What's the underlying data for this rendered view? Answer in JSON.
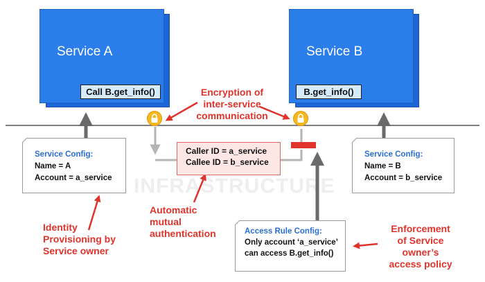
{
  "service_a": {
    "title": "Service A",
    "call_label": "Call B.get_info()"
  },
  "service_b": {
    "title": "Service B",
    "call_label": "B.get_info()"
  },
  "config_a": {
    "heading": "Service Config:",
    "name": "Name = A",
    "account": "Account  = a_service"
  },
  "config_b": {
    "heading": "Service Config:",
    "name": "Name = B",
    "account": "Account  = b_service"
  },
  "auth_box": {
    "caller": "Caller  ID = a_service",
    "callee": "Callee ID =  b_service"
  },
  "access_rule": {
    "heading": "Access Rule Config:",
    "line1": "Only account ‘a_service’",
    "line2": "can access B.get_info()"
  },
  "labels": {
    "encryption": [
      "Encryption of",
      "inter-service",
      "communication"
    ],
    "mutual_auth": [
      "Automatic",
      "mutual",
      "authentication"
    ],
    "identity": [
      "Identity",
      "Provisioning by",
      "Service owner"
    ],
    "enforcement": [
      "Enforcement",
      "of Service",
      "owner’s",
      "access policy"
    ]
  },
  "watermark": "INFRASTRUCTURE",
  "colors": {
    "service_blue": "#2b7de9",
    "label_red": "#e0332b",
    "config_blue": "#2b6fd6",
    "lock_gold": "#f6b81f"
  },
  "icons": [
    "lock-icon",
    "arrow-icon"
  ]
}
